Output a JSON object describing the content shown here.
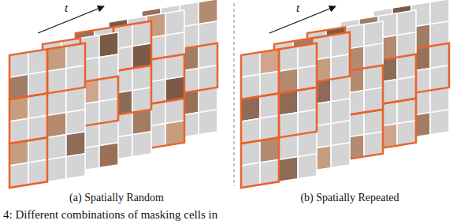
{
  "diagram": {
    "caption": "4: Different combinations of masking cells in",
    "labels": [
      "t",
      "t",
      "(a) Spatially Random",
      "(b) Spatially Repeated"
    ]
  }
}
